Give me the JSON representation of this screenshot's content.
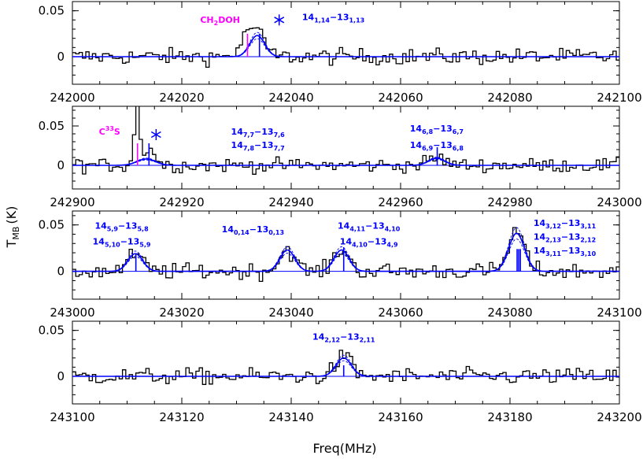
{
  "colors": {
    "spectrum": "#000000",
    "fit": "#0000ff",
    "blend": "#ff00ff",
    "frame": "#000000"
  },
  "chart_data": {
    "type": "line",
    "xlabel": "Freq(MHz)",
    "ylabel": "T",
    "ylabel_sub": "MB",
    "ylabel_unit": "(K)",
    "panels": [
      {
        "xlim": [
          242000,
          242100
        ],
        "ylim": [
          -0.03,
          0.06
        ],
        "xticks": [
          "242000",
          "242020",
          "242040",
          "242060",
          "242080",
          "242100"
        ],
        "yticks": [
          "0.05",
          "0"
        ],
        "fit_peaks": [
          {
            "x": 242033.8,
            "amp": 0.023,
            "fwhm": 3.2
          }
        ],
        "spectrum_bumps": [
          {
            "x": 242033.0,
            "amp": 0.033,
            "fwhm": 4.0
          }
        ],
        "markers": [
          {
            "x": 242032.0,
            "color": "magenta",
            "height": 0.025
          },
          {
            "x": 242034.2,
            "color": "blue",
            "height": 0.025
          }
        ],
        "labels": [
          {
            "x": 242027.0,
            "y": 0.037,
            "color": "magenta",
            "parts": [
              [
                "CH",
                ""
              ],
              [
                "2",
                "sub"
              ],
              [
                "DOH",
                ""
              ]
            ]
          },
          {
            "x": 242042.0,
            "y": 0.04,
            "color": "blue",
            "parts": [
              [
                "14",
                ""
              ],
              [
                "1,14",
                "sub"
              ],
              [
                "−13",
                ""
              ],
              [
                "1,13",
                "sub"
              ]
            ]
          }
        ],
        "stars": [
          {
            "x": 242037.8,
            "y": 0.04
          }
        ]
      },
      {
        "xlim": [
          242900,
          243000
        ],
        "ylim": [
          -0.03,
          0.075
        ],
        "xticks": [
          "242900",
          "242920",
          "242940",
          "242960",
          "242980",
          "243000"
        ],
        "yticks": [
          "0.05",
          "0"
        ],
        "fit_peaks": [
          {
            "x": 242913.5,
            "amp": 0.008,
            "fwhm": 4.0
          },
          {
            "x": 242966.6,
            "amp": 0.009,
            "fwhm": 3.5
          }
        ],
        "spectrum_bumps": [
          {
            "x": 242911.8,
            "amp": 0.07,
            "fwhm": 1.2
          },
          {
            "x": 242914.0,
            "amp": 0.022,
            "fwhm": 2.5
          },
          {
            "x": 242966.6,
            "amp": 0.01,
            "fwhm": 3.5
          }
        ],
        "markers": [
          {
            "x": 242911.9,
            "color": "magenta",
            "height": 0.028
          },
          {
            "x": 242914.0,
            "color": "blue",
            "height": 0.028
          },
          {
            "x": 242966.7,
            "color": "blue",
            "height": 0.023
          }
        ],
        "labels": [
          {
            "x": 242906.8,
            "y": 0.039,
            "color": "magenta",
            "parts": [
              [
                "C",
                ""
              ],
              [
                "33",
                "sup"
              ],
              [
                "S",
                ""
              ]
            ]
          },
          {
            "x": 242929.0,
            "y": 0.039,
            "color": "blue",
            "parts": [
              [
                "14",
                ""
              ],
              [
                "7,7",
                "sub"
              ],
              [
                "−13",
                ""
              ],
              [
                "7,6",
                "sub"
              ]
            ]
          },
          {
            "x": 242929.0,
            "y": 0.022,
            "color": "blue",
            "parts": [
              [
                "14",
                ""
              ],
              [
                "7,8",
                "sub"
              ],
              [
                "−13",
                ""
              ],
              [
                "7,7",
                "sub"
              ]
            ]
          },
          {
            "x": 242966.6,
            "y": 0.043,
            "color": "blue",
            "parts": [
              [
                "14",
                ""
              ],
              [
                "6,8",
                "sub"
              ],
              [
                "−13",
                ""
              ],
              [
                "6,7",
                "sub"
              ]
            ]
          },
          {
            "x": 242966.6,
            "y": 0.022,
            "color": "blue",
            "parts": [
              [
                "14",
                ""
              ],
              [
                "6,9",
                "sub"
              ],
              [
                "−13",
                ""
              ],
              [
                "6,8",
                "sub"
              ]
            ]
          }
        ],
        "stars": [
          {
            "x": 242915.3,
            "y": 0.039
          }
        ]
      },
      {
        "xlim": [
          243000,
          243100
        ],
        "ylim": [
          -0.03,
          0.065
        ],
        "xticks": [
          "243000",
          "243020",
          "243040",
          "243060",
          "243080",
          "243100"
        ],
        "yticks": [
          "0.05",
          "0"
        ],
        "fit_peaks": [
          {
            "x": 243011.5,
            "amp": 0.019,
            "fwhm": 3.2
          },
          {
            "x": 243039.3,
            "amp": 0.023,
            "fwhm": 3.2
          },
          {
            "x": 243049.2,
            "amp": 0.023,
            "fwhm": 3.2
          },
          {
            "x": 243081.2,
            "amp": 0.041,
            "fwhm": 3.4
          }
        ],
        "spectrum_bumps": [
          {
            "x": 243011.5,
            "amp": 0.018,
            "fwhm": 3.2
          },
          {
            "x": 243039.3,
            "amp": 0.024,
            "fwhm": 3.2
          },
          {
            "x": 243049.2,
            "amp": 0.024,
            "fwhm": 3.2
          },
          {
            "x": 243081.2,
            "amp": 0.043,
            "fwhm": 3.4
          }
        ],
        "markers": [
          {
            "x": 243011.6,
            "color": "blue",
            "height": 0.017
          },
          {
            "x": 243049.6,
            "color": "blue",
            "height": 0.026
          },
          {
            "x": 243081.3,
            "color": "blue",
            "height": 0.024
          },
          {
            "x": 243081.6,
            "color": "blue",
            "height": 0.024
          },
          {
            "x": 243081.9,
            "color": "blue",
            "height": 0.024
          }
        ],
        "labels": [
          {
            "x": 243009.0,
            "y": 0.046,
            "color": "blue",
            "parts": [
              [
                "14",
                ""
              ],
              [
                "5,9",
                "sub"
              ],
              [
                "−13",
                ""
              ],
              [
                "5,8",
                "sub"
              ]
            ]
          },
          {
            "x": 243009.0,
            "y": 0.029,
            "color": "blue",
            "parts": [
              [
                "14",
                ""
              ],
              [
                "5,10",
                "sub"
              ],
              [
                "−13",
                ""
              ],
              [
                "5,9",
                "sub"
              ]
            ]
          },
          {
            "x": 243033.0,
            "y": 0.042,
            "color": "blue",
            "parts": [
              [
                "14",
                ""
              ],
              [
                "0,14",
                "sub"
              ],
              [
                "−13",
                ""
              ],
              [
                "0,13",
                "sub"
              ]
            ]
          },
          {
            "x": 243054.2,
            "y": 0.046,
            "color": "blue",
            "parts": [
              [
                "14",
                ""
              ],
              [
                "4,11",
                "sub"
              ],
              [
                "−13",
                ""
              ],
              [
                "4,10",
                "sub"
              ]
            ]
          },
          {
            "x": 243054.2,
            "y": 0.029,
            "color": "blue",
            "parts": [
              [
                "14",
                ""
              ],
              [
                "4,10",
                "sub"
              ],
              [
                "−13",
                ""
              ],
              [
                "4,9",
                "sub"
              ]
            ]
          },
          {
            "x": 243090.0,
            "y": 0.049,
            "color": "blue",
            "parts": [
              [
                "14",
                ""
              ],
              [
                "3,12",
                "sub"
              ],
              [
                "−13",
                ""
              ],
              [
                "3,11",
                "sub"
              ]
            ]
          },
          {
            "x": 243090.0,
            "y": 0.034,
            "color": "blue",
            "parts": [
              [
                "14",
                ""
              ],
              [
                "2,13",
                "sub"
              ],
              [
                "−13",
                ""
              ],
              [
                "2,12",
                "sub"
              ]
            ]
          },
          {
            "x": 243090.0,
            "y": 0.019,
            "color": "blue",
            "parts": [
              [
                "14",
                ""
              ],
              [
                "3,11",
                "sub"
              ],
              [
                "−13",
                ""
              ],
              [
                "3,10",
                "sub"
              ]
            ]
          }
        ],
        "stars": []
      },
      {
        "xlim": [
          243100,
          243200
        ],
        "ylim": [
          -0.03,
          0.06
        ],
        "xticks": [
          "243100",
          "243120",
          "243140",
          "243160",
          "243180",
          "243200"
        ],
        "yticks": [
          "0.05",
          "0"
        ],
        "fit_peaks": [
          {
            "x": 243149.6,
            "amp": 0.02,
            "fwhm": 3.3
          }
        ],
        "spectrum_bumps": [
          {
            "x": 243149.6,
            "amp": 0.022,
            "fwhm": 3.3
          }
        ],
        "markers": [
          {
            "x": 243149.6,
            "color": "blue",
            "height": 0.012
          }
        ],
        "labels": [
          {
            "x": 243149.6,
            "y": 0.04,
            "color": "blue",
            "parts": [
              [
                "14",
                ""
              ],
              [
                "2,12",
                "sub"
              ],
              [
                "−13",
                ""
              ],
              [
                "2,11",
                "sub"
              ]
            ]
          }
        ],
        "stars": []
      }
    ]
  }
}
